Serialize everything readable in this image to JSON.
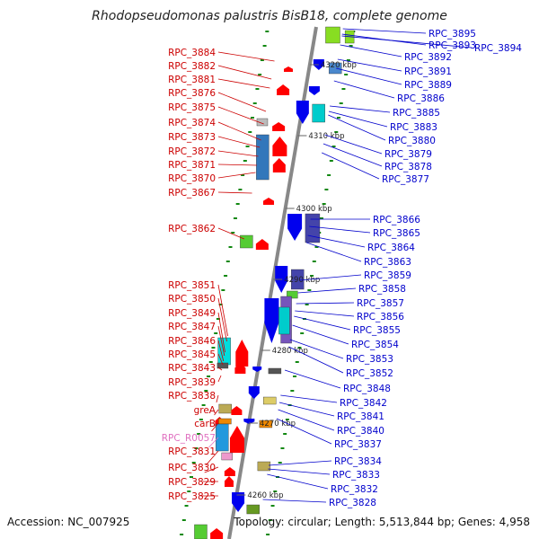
{
  "title": "Rhodopseudomonas palustris BisB18, complete genome",
  "footer": {
    "accession": "Accession: NC_007925",
    "summary": "Topology: circular; Length: 5,513,844 bp; Genes: 4,958"
  },
  "colors": {
    "left_label": "#cc0000",
    "left_rna_label": "#e070c0",
    "right_label": "#0000cc",
    "axis": "#888888",
    "tick": "#118811",
    "forward_gene": "#ff0000",
    "reverse_gene": "#0000ee"
  },
  "kbp_marks": [
    "4320 kbp",
    "4310 kbp",
    "4300 kbp",
    "4290 kbp",
    "4280 kbp",
    "4270 kbp",
    "4260 kbp"
  ],
  "left_labels": [
    "RPC_3884",
    "RPC_3882",
    "RPC_3881",
    "RPC_3876",
    "RPC_3875",
    "RPC_3874",
    "RPC_3873",
    "RPC_3872",
    "RPC_3871",
    "RPC_3870",
    "RPC_3867",
    "RPC_3862",
    "RPC_3851",
    "RPC_3850",
    "RPC_3849",
    "RPC_3847",
    "RPC_3846",
    "RPC_3845",
    "RPC_3843",
    "RPC_3839",
    "RPC_3838",
    "greA",
    "carB",
    "RPC_R0057",
    "RPC_3831",
    "RPC_3830",
    "RPC_3829",
    "RPC_3825"
  ],
  "right_labels": [
    "RPC_3895",
    "RPC_3893",
    "RPC_3894",
    "RPC_3892",
    "RPC_3891",
    "RPC_3889",
    "RPC_3886",
    "RPC_3885",
    "RPC_3883",
    "RPC_3880",
    "RPC_3879",
    "RPC_3878",
    "RPC_3877",
    "RPC_3866",
    "RPC_3865",
    "RPC_3864",
    "RPC_3863",
    "RPC_3859",
    "RPC_3858",
    "RPC_3857",
    "RPC_3856",
    "RPC_3855",
    "RPC_3854",
    "RPC_3853",
    "RPC_3852",
    "RPC_3848",
    "RPC_3842",
    "RPC_3841",
    "RPC_3840",
    "RPC_3837",
    "RPC_3834",
    "RPC_3833",
    "RPC_3832",
    "RPC_3828"
  ]
}
